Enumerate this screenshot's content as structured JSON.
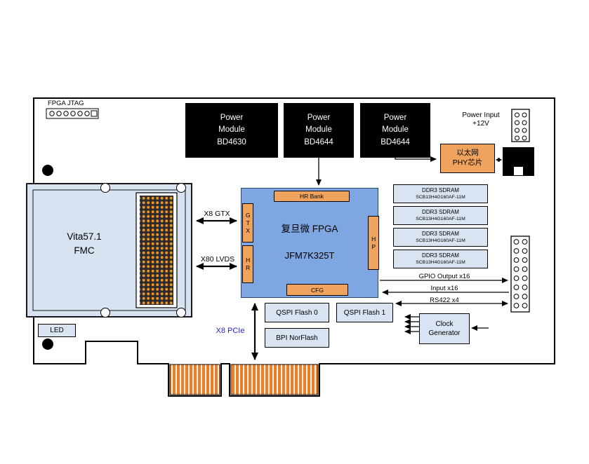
{
  "board": {
    "jtag_label": "FPGA JTAG",
    "led_label": "LED"
  },
  "power_modules": [
    {
      "l1": "Power",
      "l2": "Module",
      "l3": "BD4630"
    },
    {
      "l1": "Power",
      "l2": "Module",
      "l3": "BD4644"
    },
    {
      "l1": "Power",
      "l2": "Module",
      "l3": "BD4644"
    }
  ],
  "power_input": {
    "l1": "Power Input",
    "l2": "+12V"
  },
  "ethernet_phy": {
    "l1": "以太网",
    "l2": "PHY芯片"
  },
  "fmc": {
    "l1": "Vita57.1",
    "l2": "FMC"
  },
  "fpga": {
    "vendor": "复旦微 FPGA",
    "part": "JFM7K325T",
    "hr_bank": "HR Bank",
    "gtx": "GTX",
    "hr": "HR",
    "hp": "HP",
    "cfg": "CFG"
  },
  "ddr_modules": [
    {
      "l1": "DDR3 SDRAM",
      "l2": "SCB13H4G160AF-11M"
    },
    {
      "l1": "DDR3 SDRAM",
      "l2": "SCB13H4G160AF-11M"
    },
    {
      "l1": "DDR3 SDRAM",
      "l2": "SCB13H4G160AF-11M"
    },
    {
      "l1": "DDR3 SDRAM",
      "l2": "SCB13H4G160AF-11M"
    }
  ],
  "links": {
    "gtx": "X8 GTX",
    "lvds": "X80 LVDS",
    "pcie": "X8 PCIe",
    "gpio_out": "GPIO Output x16",
    "gpio_in": "Input x16",
    "rs422": "RS422 x4"
  },
  "flash": {
    "qspi0": "QSPI Flash 0",
    "qspi1": "QSPI Flash 1",
    "bpi": "BPI NorFlash"
  },
  "clock_generator": {
    "l1": "Clock",
    "l2": "Generator"
  },
  "colors": {
    "fpga_blue": "#7EA6E0",
    "light_blue_box": "#DAE3F1",
    "accent_orange": "#F0A35C",
    "finger_orange": "#E87F2A",
    "pcie_label_blue": "#2222CC"
  }
}
